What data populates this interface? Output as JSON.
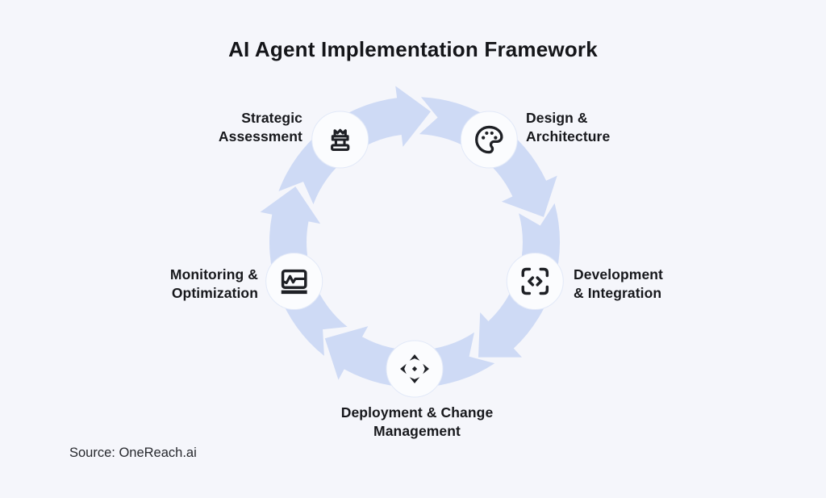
{
  "title": "AI Agent Implementation Framework",
  "source": "Source: OneReach.ai",
  "colors": {
    "background": "#f5f6fb",
    "ring": "#cedaf5",
    "node_fill": "#fbfcfe",
    "node_border": "#e2e9f8",
    "icon": "#1e2025",
    "title_text": "#141519",
    "label_text": "#17181c",
    "source_text": "#26282d"
  },
  "cycle": {
    "direction": "clockwise",
    "steps": [
      {
        "label": "Strategic Assessment",
        "label_lines": [
          "Strategic",
          "Assessment"
        ],
        "icon": "chess-rook-icon"
      },
      {
        "label": "Design & Architecture",
        "label_lines": [
          "Design &",
          "Architecture"
        ],
        "icon": "palette-icon"
      },
      {
        "label": "Development & Integration",
        "label_lines": [
          "Development",
          "& Integration"
        ],
        "icon": "code-brackets-icon"
      },
      {
        "label": "Deployment & Change Management",
        "label_lines": [
          "Deployment & Change",
          "Management"
        ],
        "icon": "move-arrows-icon"
      },
      {
        "label": "Monitoring & Optimization",
        "label_lines": [
          "Monitoring &",
          "Optimization"
        ],
        "icon": "laptop-pulse-icon"
      }
    ]
  }
}
